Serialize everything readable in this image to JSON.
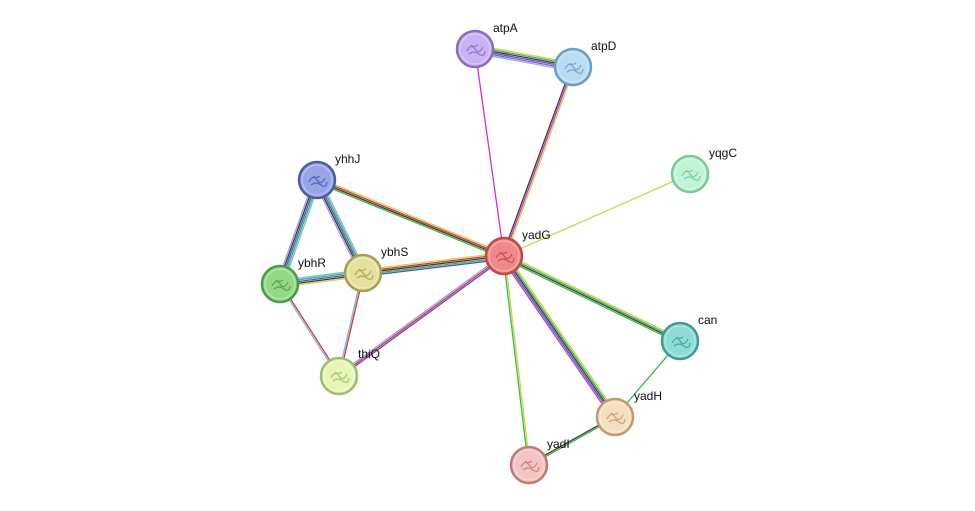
{
  "nodes": [
    {
      "id": "atpA",
      "label": "atpA",
      "color": "#c9b3f5",
      "ring": "#8a6cc0"
    },
    {
      "id": "atpD",
      "label": "atpD",
      "color": "#b9dcf5",
      "ring": "#6a9ec4"
    },
    {
      "id": "yqgC",
      "label": "yqgC",
      "color": "#bff5d6",
      "ring": "#7cc89c"
    },
    {
      "id": "yhhJ",
      "label": "yhhJ",
      "color": "#97a4e6",
      "ring": "#4c5ba8"
    },
    {
      "id": "yadG",
      "label": "yadG",
      "color": "#f08a8a",
      "ring": "#c04848"
    },
    {
      "id": "ybhS",
      "label": "ybhS",
      "color": "#e6e09c",
      "ring": "#a6a055"
    },
    {
      "id": "ybhR",
      "label": "ybhR",
      "color": "#94da86",
      "ring": "#4c9a44"
    },
    {
      "id": "thiQ",
      "label": "thiQ",
      "color": "#e8f5b8",
      "ring": "#9bc06a"
    },
    {
      "id": "can",
      "label": "can",
      "color": "#8edcd4",
      "ring": "#3f9c92"
    },
    {
      "id": "yadH",
      "label": "yadH",
      "color": "#f5dfc0",
      "ring": "#c49a6c"
    },
    {
      "id": "yadI",
      "label": "yadI",
      "color": "#f7c4c4",
      "ring": "#c07878"
    }
  ],
  "edges": [
    {
      "source": "atpA",
      "target": "atpD",
      "colors": [
        "#c8d84a",
        "#3cb84a",
        "#3a3a3a",
        "#5050e0",
        "#c040c0",
        "#6cc0e0"
      ]
    },
    {
      "source": "atpA",
      "target": "yadG",
      "colors": [
        "#d030d0"
      ]
    },
    {
      "source": "atpD",
      "target": "yadG",
      "colors": [
        "#c8d84a",
        "#d030d0",
        "#3a3a3a"
      ]
    },
    {
      "source": "yqgC",
      "target": "yadG",
      "colors": [
        "#c8d84a"
      ]
    },
    {
      "source": "yhhJ",
      "target": "yadG",
      "colors": [
        "#c8d84a",
        "#e03030",
        "#3a3a3a",
        "#3cb84a"
      ]
    },
    {
      "source": "yhhJ",
      "target": "ybhR",
      "colors": [
        "#6cc0e0",
        "#3cb84a",
        "#5050e0",
        "#3a3a3a",
        "#a0a0e0"
      ]
    },
    {
      "source": "yhhJ",
      "target": "ybhS",
      "colors": [
        "#6cc0e0",
        "#3cb84a",
        "#5050e0",
        "#3a3a3a",
        "#a0a0e0"
      ]
    },
    {
      "source": "ybhS",
      "target": "yadG",
      "colors": [
        "#c8d84a",
        "#e03030",
        "#3a3a3a",
        "#3cb84a",
        "#5050e0"
      ]
    },
    {
      "source": "ybhR",
      "target": "ybhS",
      "colors": [
        "#6cc0e0",
        "#3cb84a",
        "#5050e0",
        "#3a3a3a",
        "#c8d84a"
      ]
    },
    {
      "source": "ybhR",
      "target": "thiQ",
      "colors": [
        "#e03030",
        "#6cc0e0"
      ]
    },
    {
      "source": "ybhS",
      "target": "thiQ",
      "colors": [
        "#e03030",
        "#6cc0e0"
      ]
    },
    {
      "source": "thiQ",
      "target": "yadG",
      "colors": [
        "#a0a0e0",
        "#e03030",
        "#5050e0"
      ]
    },
    {
      "source": "yadG",
      "target": "can",
      "colors": [
        "#c8d84a",
        "#3cb84a",
        "#3a3a3a",
        "#3cb84a"
      ]
    },
    {
      "source": "yadG",
      "target": "yadH",
      "colors": [
        "#c8d84a",
        "#3cb84a",
        "#3a3a3a",
        "#5050e0",
        "#c040c0"
      ]
    },
    {
      "source": "yadG",
      "target": "yadI",
      "colors": [
        "#c8d84a",
        "#3cb84a"
      ]
    },
    {
      "source": "can",
      "target": "yadH",
      "colors": [
        "#3cb84a"
      ]
    },
    {
      "source": "yadH",
      "target": "yadI",
      "colors": [
        "#3cb84a",
        "#3a3a3a"
      ]
    }
  ]
}
